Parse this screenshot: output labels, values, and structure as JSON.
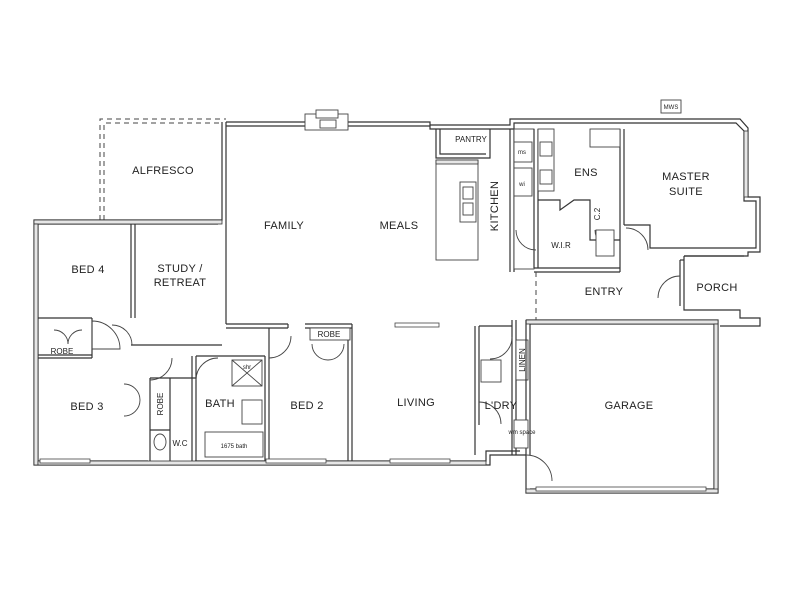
{
  "rooms": {
    "alfresco": "ALFRESCO",
    "family": "FAMILY",
    "meals": "MEALS",
    "kitchen": "KITCHEN",
    "pantry": "PANTRY",
    "ens": "ENS",
    "master_1": "MASTER",
    "master_2": "SUITE",
    "wir": "W.I.R",
    "entry": "ENTRY",
    "porch": "PORCH",
    "bed4": "BED 4",
    "study_1": "STUDY /",
    "study_2": "RETREAT",
    "robe_bed4": "ROBE",
    "robe_bed2": "ROBE",
    "robe_bed3": "ROBE",
    "bed3": "BED 3",
    "bath": "BATH",
    "bed2": "BED 2",
    "living": "LIVING",
    "ldry": "L'DRY",
    "linen": "LINEN",
    "garage": "GARAGE",
    "wc": "W.C",
    "mws": "MWS",
    "bath_note": "1675 bath",
    "c2": "C.2",
    "shr": "shr",
    "wm": "wm space",
    "ms": "ms",
    "wi": "wi"
  }
}
